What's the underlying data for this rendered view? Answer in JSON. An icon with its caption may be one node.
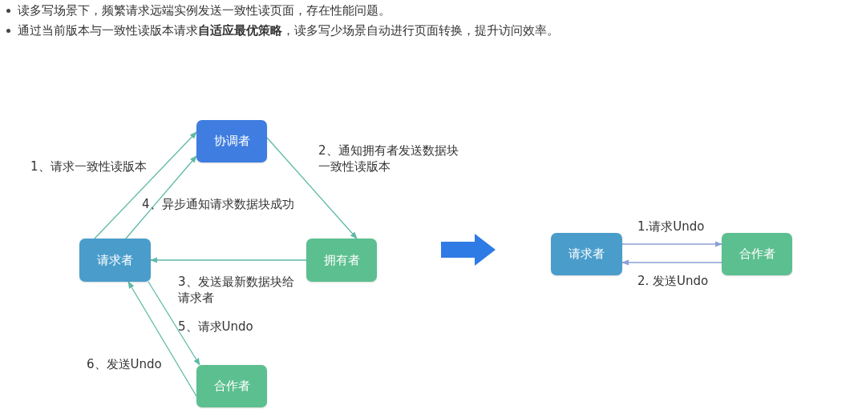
{
  "diagram": {
    "nodes": [
      {
        "text": [
          "协调者"
        ]
      },
      {
        "text": [
          "请求者"
        ]
      },
      {
        "text": [
          "拥有者"
        ]
      },
      {
        "text": [
          "合作者"
        ]
      },
      {
        "text": [
          "请求者"
        ]
      },
      {
        "text": [
          "合作者"
        ]
      }
    ],
    "edges": [
      {
        "from": 1,
        "to": 0,
        "arrow": "to",
        "label": "1、请求一致性读版本"
      },
      {
        "from": 0,
        "to": 2,
        "arrow": "to",
        "label": "2、通知拥有者发送数据块一致性读版本"
      },
      {
        "from": 2,
        "to": 1,
        "arrow": "to",
        "label": "3、发送最新数据块给请求者"
      },
      {
        "from": 1,
        "to": 0,
        "arrow": "to",
        "label": "4、异步通知请求数据块成功"
      },
      {
        "from": 1,
        "to": 3,
        "arrow": "to",
        "label": "5、请求Undo"
      },
      {
        "from": 3,
        "to": 1,
        "arrow": "to",
        "label": "6、发送Undo"
      },
      {
        "from": 4,
        "to": 5,
        "arrow": "to",
        "label": "1.请求Undo",
        "color": "#8b9fd6"
      },
      {
        "from": 5,
        "to": 4,
        "arrow": "to",
        "label": "2. 发送Undo",
        "color": "#8b9fd6"
      }
    ],
    "labels": [
      "读多写场景下，频繁请求远端实例发送一致性读页面，存在性能问题。",
      "通过当前版本与一致性读版本请求**自适应最优策略**，读多写少场景自动进行页面转换，提升访问效率。"
    ]
  }
}
